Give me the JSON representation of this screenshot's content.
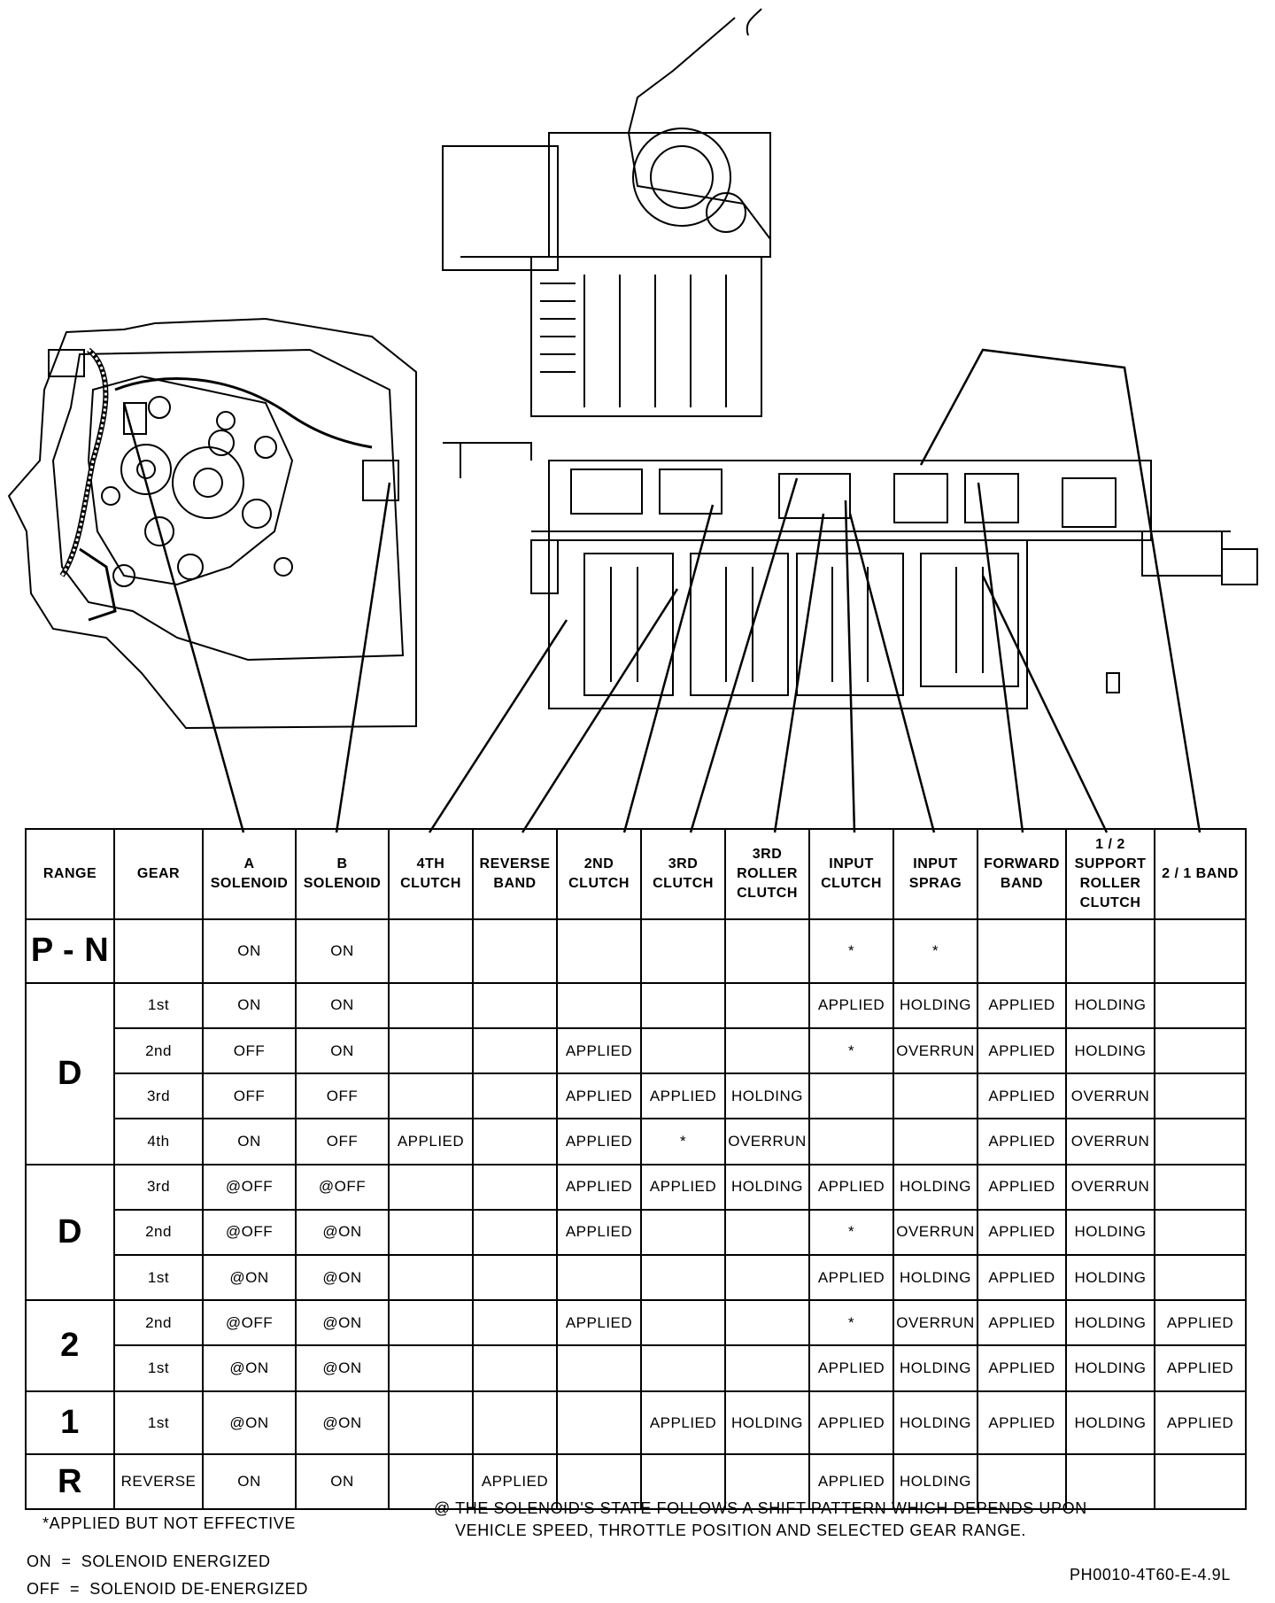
{
  "table": {
    "headers": [
      "RANGE",
      "GEAR",
      "A SOLENOID",
      "B SOLENOID",
      "4TH CLUTCH",
      "REVERSE BAND",
      "2ND CLUTCH",
      "3RD CLUTCH",
      "3RD ROLLER CLUTCH",
      "INPUT CLUTCH",
      "INPUT SPRAG",
      "FORWARD BAND",
      "1 / 2 SUPPORT ROLLER CLUTCH",
      "2 / 1 BAND"
    ],
    "rows": [
      [
        "P - N",
        "",
        "ON",
        "ON",
        "",
        "",
        "",
        "",
        "",
        "*",
        "*",
        "",
        "",
        ""
      ],
      [
        "D",
        "1st",
        "ON",
        "ON",
        "",
        "",
        "",
        "",
        "",
        "APPLIED",
        "HOLDING",
        "APPLIED",
        "HOLDING",
        ""
      ],
      [
        "",
        "2nd",
        "OFF",
        "ON",
        "",
        "",
        "APPLIED",
        "",
        "",
        "*",
        "OVERRUN",
        "APPLIED",
        "HOLDING",
        ""
      ],
      [
        "",
        "3rd",
        "OFF",
        "OFF",
        "",
        "",
        "APPLIED",
        "APPLIED",
        "HOLDING",
        "",
        "",
        "APPLIED",
        "OVERRUN",
        ""
      ],
      [
        "",
        "4th",
        "ON",
        "OFF",
        "APPLIED",
        "",
        "APPLIED",
        "*",
        "OVERRUN",
        "",
        "",
        "APPLIED",
        "OVERRUN",
        ""
      ],
      [
        "D",
        "3rd",
        "@OFF",
        "@OFF",
        "",
        "",
        "APPLIED",
        "APPLIED",
        "HOLDING",
        "APPLIED",
        "HOLDING",
        "APPLIED",
        "OVERRUN",
        ""
      ],
      [
        "",
        "2nd",
        "@OFF",
        "@ON",
        "",
        "",
        "APPLIED",
        "",
        "",
        "*",
        "OVERRUN",
        "APPLIED",
        "HOLDING",
        ""
      ],
      [
        "",
        "1st",
        "@ON",
        "@ON",
        "",
        "",
        "",
        "",
        "",
        "APPLIED",
        "HOLDING",
        "APPLIED",
        "HOLDING",
        ""
      ],
      [
        "2",
        "2nd",
        "@OFF",
        "@ON",
        "",
        "",
        "APPLIED",
        "",
        "",
        "*",
        "OVERRUN",
        "APPLIED",
        "HOLDING",
        "APPLIED"
      ],
      [
        "",
        "1st",
        "@ON",
        "@ON",
        "",
        "",
        "",
        "",
        "",
        "APPLIED",
        "HOLDING",
        "APPLIED",
        "HOLDING",
        "APPLIED"
      ],
      [
        "1",
        "1st",
        "@ON",
        "@ON",
        "",
        "",
        "",
        "APPLIED",
        "HOLDING",
        "APPLIED",
        "HOLDING",
        "APPLIED",
        "HOLDING",
        "APPLIED"
      ],
      [
        "R",
        "REVERSE",
        "ON",
        "ON",
        "",
        "APPLIED",
        "",
        "",
        "",
        "APPLIED",
        "HOLDING",
        "",
        "",
        ""
      ]
    ],
    "range_spans": [
      1,
      4,
      3,
      2,
      1,
      1
    ]
  },
  "notes": {
    "asterisk": "*APPLIED BUT NOT EFFECTIVE",
    "at_line1": "@ THE SOLENOID'S STATE FOLLOWS A SHIFT PATTERN WHICH DEPENDS UPON",
    "at_line2": "VEHICLE SPEED, THROTTLE POSITION AND SELECTED GEAR RANGE.",
    "on_def": "ON  =  SOLENOID ENERGIZED",
    "off_def": "OFF  =  SOLENOID DE-ENERGIZED",
    "figure_id": "PH0010-4T60-E-4.9L"
  }
}
